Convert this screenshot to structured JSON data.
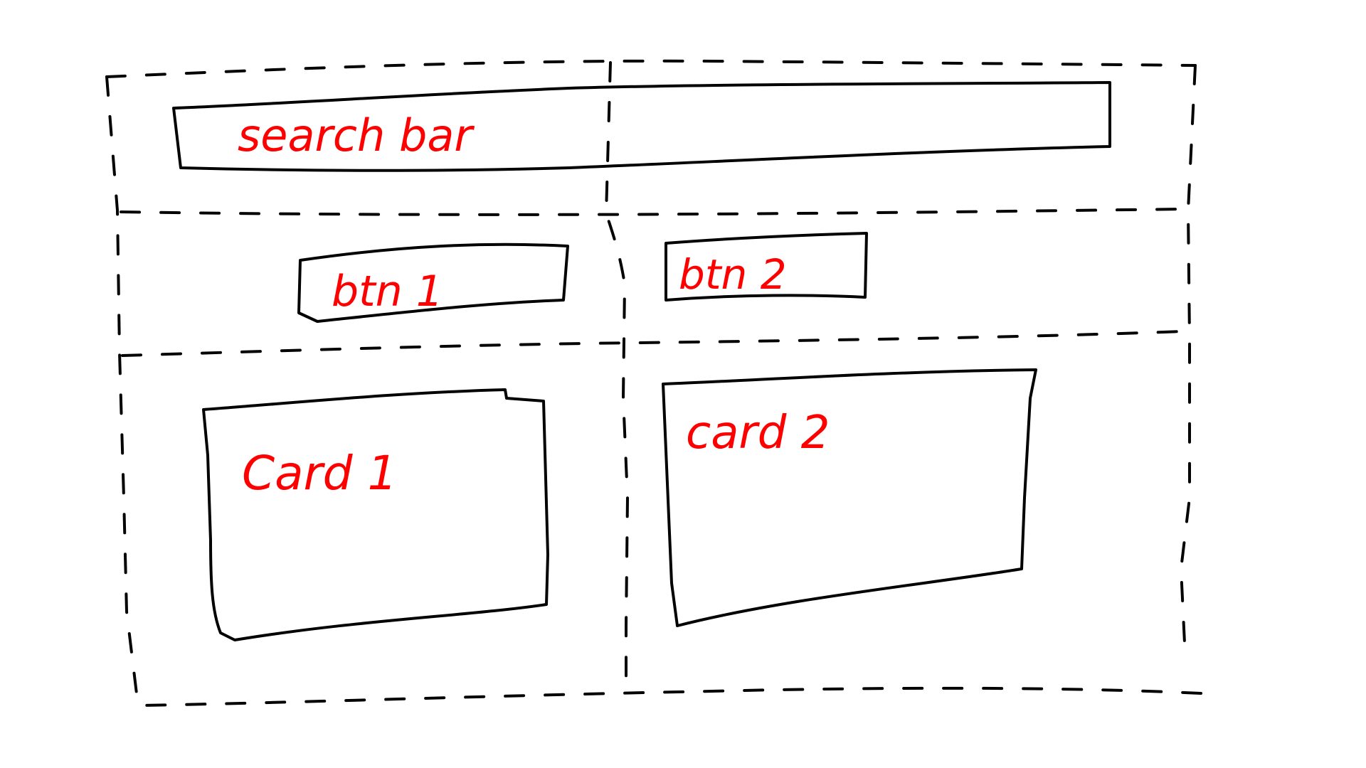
{
  "search_bar": {
    "label": "search bar"
  },
  "buttons": [
    {
      "label": "btn 1"
    },
    {
      "label": "btn 2"
    }
  ],
  "cards": [
    {
      "label": "Card 1"
    },
    {
      "label": "card 2"
    }
  ],
  "colors": {
    "ink": "#000000",
    "annotation": "#ff0000",
    "background": "#ffffff"
  }
}
